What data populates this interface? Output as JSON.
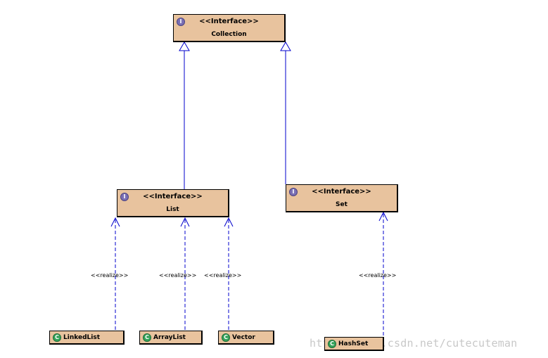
{
  "interfaces": {
    "collection": {
      "stereotype": "<<Interface>>",
      "name": "Collection",
      "icon": "interface-icon"
    },
    "list": {
      "stereotype": "<<Interface>>",
      "name": "List",
      "icon": "interface-icon"
    },
    "set": {
      "stereotype": "<<Interface>>",
      "name": "Set",
      "icon": "interface-icon"
    }
  },
  "classes": {
    "linkedlist": {
      "name": "LinkedList",
      "icon": "class-icon"
    },
    "arraylist": {
      "name": "ArrayList",
      "icon": "class-icon"
    },
    "vector": {
      "name": "Vector",
      "icon": "class-icon"
    },
    "hashset": {
      "name": "HashSet",
      "icon": "class-icon"
    }
  },
  "relations": {
    "realize_label": "<<realize>>"
  },
  "watermark": "http://blog.csdn.net/cutecuteman",
  "colors": {
    "box_fill": "#e8c39e",
    "edge": "#0000cc"
  }
}
